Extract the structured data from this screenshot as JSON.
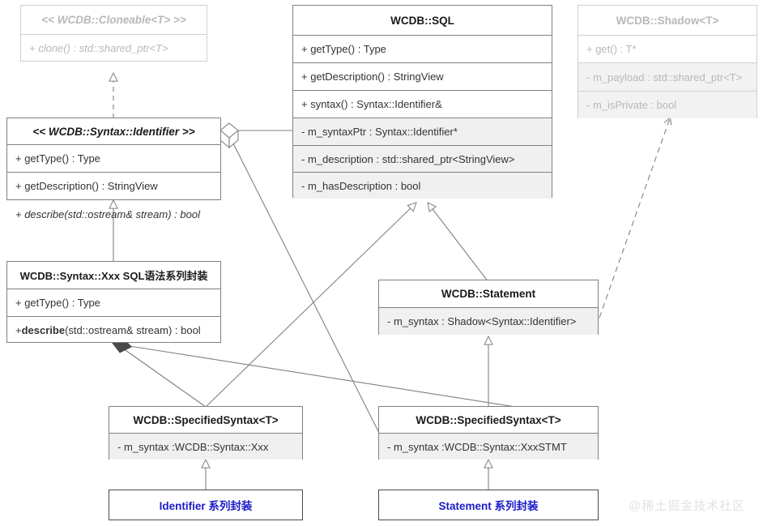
{
  "diagram": {
    "type": "uml-class-diagram",
    "watermark": "@稀土掘金技术社区",
    "colors": {
      "accent_red": "#e8201e",
      "accent_blue": "#1b1bc9",
      "line": "#808080",
      "private_row_bg": "#f0f0f0",
      "faded_text": "#b8b8b8"
    }
  },
  "classes": {
    "cloneable": {
      "title": "<< WCDB::Cloneable<T> >>",
      "members": [
        {
          "text": "+ clone() : std::shared_ptr<T>"
        }
      ]
    },
    "identifier": {
      "title": "<< WCDB::Syntax::Identifier >>",
      "members": [
        {
          "text": "+ getType() : Type"
        },
        {
          "text": "+ getDescription() : StringView"
        },
        {
          "text": "+ describe(std::ostream& stream) : bool"
        }
      ]
    },
    "sql": {
      "title": "WCDB::SQL",
      "members": [
        {
          "text": "+ getType() : Type"
        },
        {
          "text": "+ getDescription() : StringView"
        },
        {
          "text": "+ syntax() : Syntax::Identifier&"
        },
        {
          "text": "- m_syntaxPtr : Syntax::Identifier*"
        },
        {
          "text": "- m_description : std::shared_ptr<StringView>"
        },
        {
          "text": "- m_hasDescription : bool"
        }
      ]
    },
    "shadow": {
      "title": "WCDB::Shadow<T>",
      "members": [
        {
          "text": "+ get() : T*"
        },
        {
          "text": "- m_payload : std::shared_ptr<T>"
        },
        {
          "text": "- m_isPrivate : bool"
        }
      ]
    },
    "syntax_xxx": {
      "title": "WCDB::Syntax::Xxx SQL语法系列封装",
      "members": [
        {
          "text": "+ getType() : Type"
        },
        {
          "prefix": "+ ",
          "bold_part": "describe",
          "rest": "(std::ostream& stream) : bool"
        }
      ]
    },
    "statement": {
      "title": "WCDB::Statement",
      "members": [
        {
          "text": "- m_syntax : Shadow<Syntax::Identifier>"
        }
      ]
    },
    "specified_syntax_left": {
      "title": "WCDB::SpecifiedSyntax<T>",
      "member_label": "- m_syntax : ",
      "member_value": "WCDB::Syntax::Xxx"
    },
    "specified_syntax_right": {
      "title": "WCDB::SpecifiedSyntax<T>",
      "member_label": "- m_syntax : ",
      "member_value": "WCDB::Syntax::XxxSTMT"
    },
    "identifier_family": {
      "title": "Identifier 系列封装"
    },
    "statement_family": {
      "title": "Statement 系列封装"
    }
  }
}
